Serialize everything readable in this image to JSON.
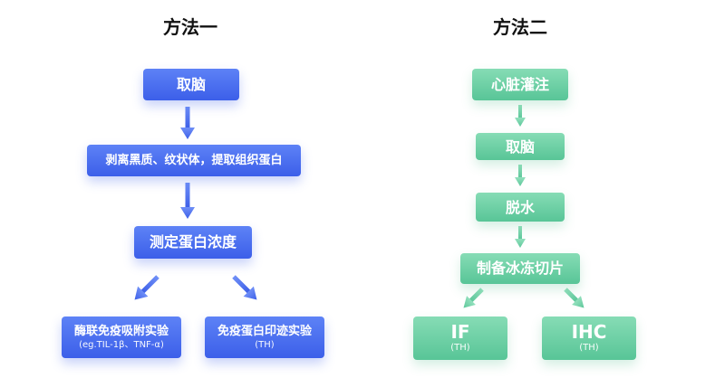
{
  "colors": {
    "blue_accent": "#4468ee",
    "green_accent": "#6bd1a6",
    "title_text": "#111111"
  },
  "method1": {
    "title": "方法一",
    "step1": "取脑",
    "step2": "剥离黑质、纹状体，提取组织蛋白",
    "step3": "测定蛋白浓度",
    "branch_left": {
      "label": "酶联免疫吸附实验",
      "sub": "(eg.TIL-1β、TNF-α)"
    },
    "branch_right": {
      "label": "免疫蛋白印迹实验",
      "sub": "(TH)"
    }
  },
  "method2": {
    "title": "方法二",
    "step1": "心脏灌注",
    "step2": "取脑",
    "step3": "脱水",
    "step4": "制备冰冻切片",
    "branch_left": {
      "label": "IF",
      "sub": "(TH)"
    },
    "branch_right": {
      "label": "IHC",
      "sub": "(TH)"
    }
  }
}
